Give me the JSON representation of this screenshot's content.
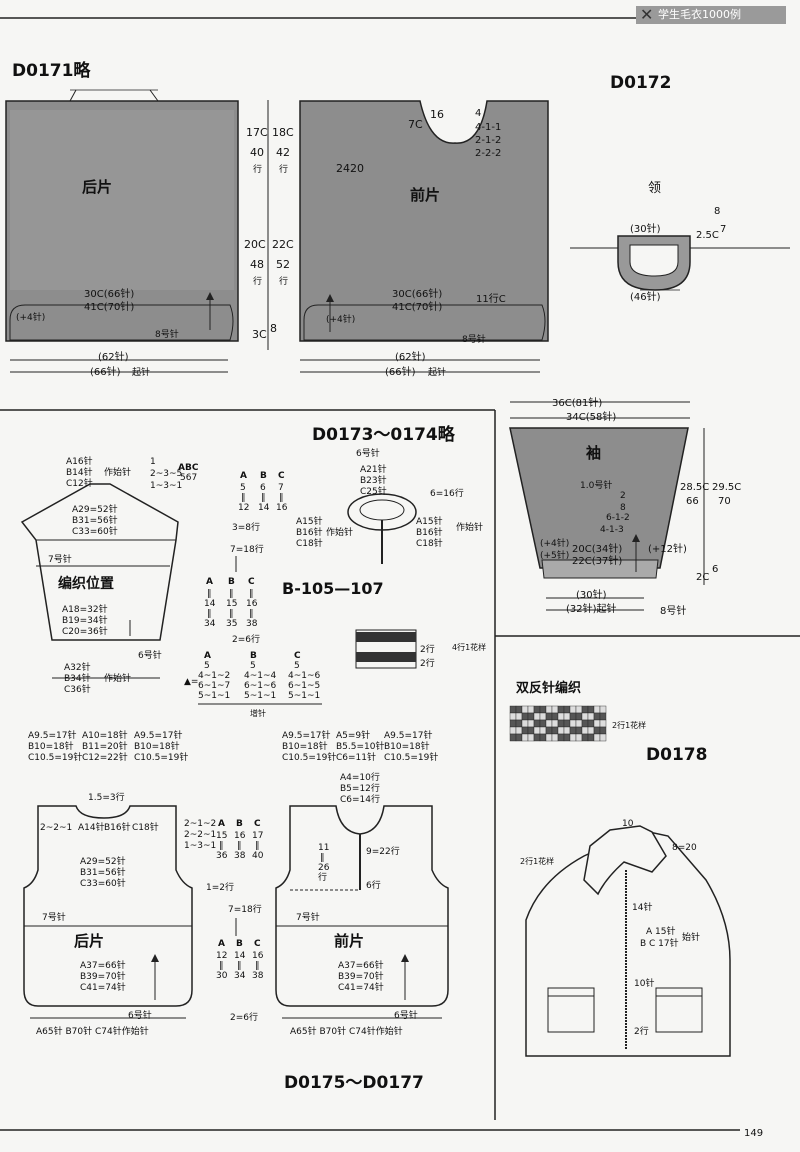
{
  "header": {
    "book_title": "学生毛衣1000例",
    "page_number": "149"
  },
  "d0171": {
    "code": "D0171略",
    "back_label": "后片",
    "front_label": "前片",
    "top_c": "17C",
    "top_r": "40",
    "top_c2": "18C",
    "top_r2": "42",
    "hang": "行",
    "mid_c": "20C",
    "mid_r": "48",
    "mid_c2": "22C",
    "mid_r2": "52",
    "bottom_c": "3C",
    "bottom_r": "8",
    "width1": "30C(66针)",
    "width2": "41C(70针)",
    "plus4": "(+4针)",
    "needle8": "8号针",
    "neck_c": "7C",
    "neck_r": "16",
    "neck_dec": [
      "4",
      "4-1-1",
      "2-1-2",
      "2-2-2"
    ],
    "side_dec": "2420",
    "front_extra": "11行C",
    "cast1": "(62针)",
    "cast2": "(66针)",
    "cast_on": "起针"
  },
  "d0172": {
    "code": "D0172",
    "collar_label": "领",
    "collar_top": "(30针)",
    "collar_bottom": "(46针)",
    "collar_c": "2.5C",
    "collar_r": "7",
    "collar_n": "8"
  },
  "sleeve": {
    "label": "袖",
    "top1": "36C(81针)",
    "top2": "34C(58针)",
    "left_c": "28.5C",
    "left_r": "66",
    "right_c": "29.5C",
    "right_r": "70",
    "dec": [
      "1.0号针",
      "2",
      "8",
      "6-1-2",
      "4-1-3"
    ],
    "w1": "20C(34针)",
    "w2": "22C(37针)",
    "plus4": "(+4针)",
    "plus5": "(+5针)",
    "plus12": "(+12针)",
    "bottom_c": "2C",
    "bottom_r": "6",
    "cast1": "(30针)",
    "cast2": "(32针)起针",
    "needle": "8号针"
  },
  "d0173": {
    "code": "D0173～0174略",
    "yoke": [
      "A16针",
      "B14针",
      "C12针"
    ],
    "yoke_note": "作始针",
    "yoke_dec": [
      "1",
      "2~3~5",
      "1~3~1"
    ],
    "abc": "ABC",
    "abc_vals": "567",
    "top_w": [
      "A29=52针",
      "B31=56针",
      "C33=60针"
    ],
    "needle7": "7号针",
    "position": "编织位置",
    "bot_w": [
      "A18=32针",
      "B19=34针",
      "C20=36针"
    ],
    "needle6": "6号针",
    "cast": [
      "A32针",
      "B34针",
      "C36针"
    ],
    "cast_note": "作始针",
    "col_a": [
      "A",
      "5",
      "‖",
      "12",
      "‖"
    ],
    "col_b": [
      "B",
      "6",
      "‖",
      "14",
      "‖"
    ],
    "col_c": [
      "C",
      "7",
      "‖",
      "16",
      "‖"
    ],
    "r8": "3=8行",
    "r18": "7=18行",
    "r2": "2=6行",
    "col2_a": [
      "A",
      "‖",
      "14",
      "‖",
      "34"
    ],
    "col2_b": [
      "B",
      "‖",
      "15",
      "‖",
      "35"
    ],
    "col2_c": [
      "C",
      "‖",
      "16",
      "‖",
      "38"
    ],
    "incr_a": [
      "A",
      "5",
      "4~1~2",
      "6~1~7",
      "5~1~1"
    ],
    "incr_b": [
      "B",
      "5",
      "4~1~4",
      "6~1~6",
      "5~1~1"
    ],
    "incr_c": [
      "C",
      "5",
      "4~1~6",
      "6~1~5",
      "5~1~1"
    ],
    "incr_label": "增针",
    "collar_top": [
      "A21针",
      "B23针",
      "C25针"
    ],
    "collar_needle": "6号针",
    "collar_left": [
      "A15针",
      "B16针",
      "C18针"
    ],
    "collar_right": [
      "A15针",
      "B16针",
      "C18针"
    ],
    "collar_rows": "6=16行",
    "collar_note": "作始针",
    "ref": "B-105—107",
    "stripe_r": [
      "2行",
      "2行"
    ],
    "stripe_label": "4行1花样"
  },
  "d0175": {
    "code": "D0175～D0177",
    "top_row": [
      [
        "A9.5=17针",
        "B10=18针",
        "C10.5=19针"
      ],
      [
        "A10=18针",
        "B11=20针",
        "C12=22针"
      ],
      [
        "A9.5=17针",
        "B10=18针",
        "C10.5=19针"
      ]
    ],
    "top_row2": [
      [
        "A9.5=17针",
        "B10=18针",
        "C10.5=19针"
      ],
      [
        "A5=9针",
        "B5.5=10针",
        "C6=11针"
      ],
      [
        "A9.5=17针",
        "B10=18针",
        "C10.5=19针"
      ]
    ],
    "neck_back": "1.5=3行",
    "neck_back_dec": "2~2~1",
    "back_yoke": [
      "A14针",
      "B16针",
      "C18针"
    ],
    "back_w": [
      "A29=52针",
      "B31=56针",
      "C33=60针"
    ],
    "back_label": "后片",
    "front_label": "前片",
    "bot_w": [
      "A37=66针",
      "B39=70针",
      "C41=74针"
    ],
    "needle7": "7号针",
    "needle6": "6号针",
    "cast_line": "A65针 B70针 C74针作始针",
    "side_dec": [
      "2~1~2",
      "2~2~1",
      "1~3~1"
    ],
    "mid_cols": [
      [
        "A",
        "15",
        "‖",
        "36",
        "‖"
      ],
      [
        "B",
        "16",
        "‖",
        "38",
        "‖"
      ],
      [
        "C",
        "17",
        "‖",
        "40",
        "‖"
      ]
    ],
    "mid_rows": [
      "1=2行",
      "7=18行",
      "2=6行"
    ],
    "mid_cols2": [
      [
        "A",
        "12",
        "‖",
        "30",
        "‖"
      ],
      [
        "B",
        "14",
        "‖",
        "34",
        "‖"
      ],
      [
        "C",
        "16",
        "‖",
        "38",
        "‖"
      ]
    ],
    "front_neck": [
      "A4=10行",
      "B5=12行",
      "C6=14行"
    ],
    "front_zip": "9=22行",
    "front_side": [
      "11",
      "‖",
      "26",
      "行"
    ],
    "front_r6": "6行"
  },
  "double_rib": {
    "label": "双反针编织",
    "note": "2行1花样"
  },
  "d0178": {
    "code": "D0178",
    "n10": "10",
    "n8_20": "8=20",
    "rows_left": "2行1花样",
    "n14": "14针",
    "collar": [
      "A 15针",
      "B C 17针"
    ],
    "collar_note": "始针",
    "n10b": "10针",
    "n2": "2行"
  }
}
